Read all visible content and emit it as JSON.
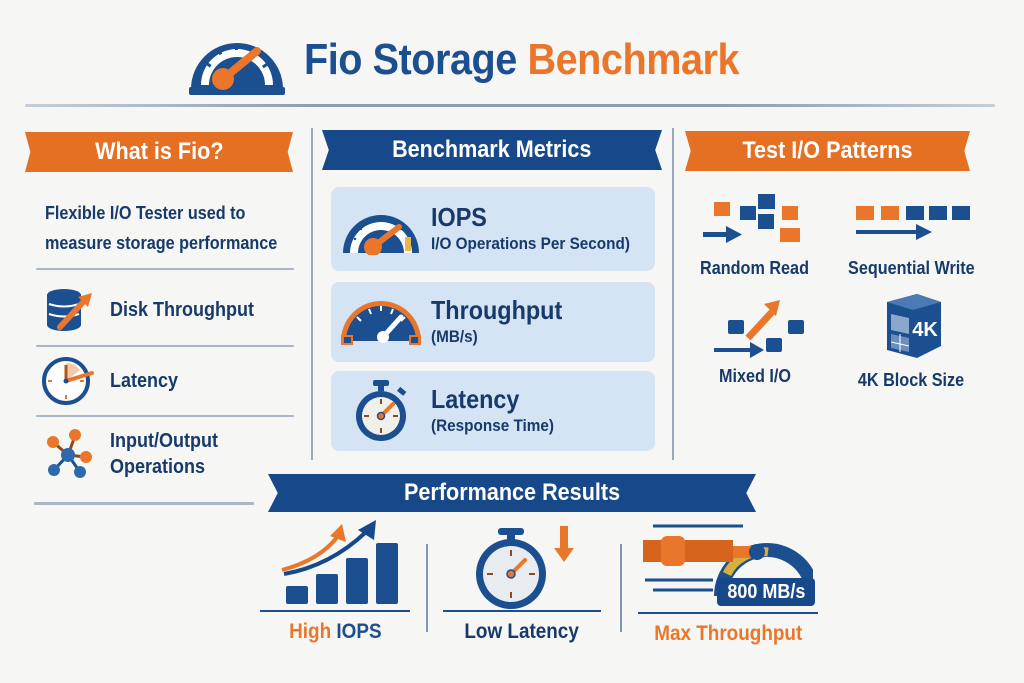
{
  "header": {
    "title_part1": "Fio Storage",
    "title_part2": "Benchmark",
    "icon": "speedometer-icon"
  },
  "colors": {
    "primary_blue": "#1b4f8f",
    "dark_blue": "#17498a",
    "accent_orange": "#e9762b",
    "card_bg": "#d5e4f4",
    "background": "#f6f6f4"
  },
  "left_panel": {
    "heading": "What is Fio?",
    "description_line1": "Flexible I/O Tester used to",
    "description_line2": "measure storage performance",
    "items": [
      {
        "label": "Disk Throughput",
        "icon": "database-arrow-icon"
      },
      {
        "label": "Latency",
        "icon": "clock-icon"
      },
      {
        "label_line1": "Input/Output",
        "label_line2": "Operations",
        "icon": "network-nodes-icon"
      }
    ]
  },
  "middle_panel": {
    "heading": "Benchmark Metrics",
    "cards": [
      {
        "title": "IOPS",
        "subtitle": "I/O Operations Per Second)",
        "icon": "gauge-icon"
      },
      {
        "title": "Throughput",
        "subtitle": "(MB/s)",
        "icon": "speedometer-icon"
      },
      {
        "title": "Latency",
        "subtitle": "(Response Time)",
        "icon": "stopwatch-icon"
      }
    ]
  },
  "right_panel": {
    "heading": "Test I/O Patterns",
    "patterns": [
      {
        "label": "Random Read",
        "icon": "random-blocks-icon"
      },
      {
        "label": "Sequential Write",
        "icon": "sequential-blocks-icon"
      },
      {
        "label": "Mixed I/O",
        "icon": "mixed-io-icon"
      },
      {
        "label": "4K Block Size",
        "icon": "cube-4k-icon",
        "badge": "4K"
      }
    ]
  },
  "results": {
    "heading": "Performance Results",
    "items": [
      {
        "label_part1": "High",
        "label_part2": "IOPS",
        "icon": "bar-chart-up-icon"
      },
      {
        "label": "Low Latency",
        "icon": "stopwatch-down-icon"
      },
      {
        "label": "Max Throughput",
        "icon": "speed-gauge-icon",
        "value": "800 MB/s"
      }
    ]
  }
}
